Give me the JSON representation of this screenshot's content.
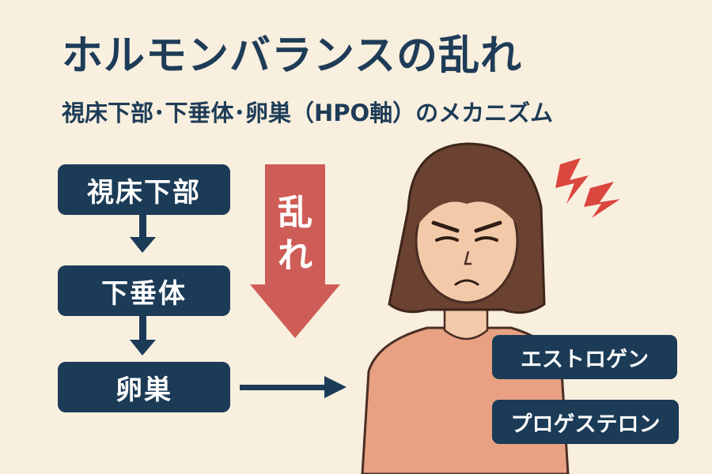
{
  "title": "ホルモンバランスの乱れ",
  "subtitle": "視床下部･下垂体･卵巣（HPO軸）のメカニズム",
  "flow": {
    "steps": [
      "視床下部",
      "下垂体",
      "卵巣"
    ]
  },
  "disruption": {
    "label_line1": "乱",
    "label_line2": "れ"
  },
  "hormones": [
    "エストロゲン",
    "プロゲステロン"
  ],
  "colors": {
    "background": "#f8efdf",
    "navy": "#1b3b57",
    "arrow_red": "#cf5d57",
    "shirt": "#e9a183",
    "hair": "#6b4232",
    "skin": "#f3caa9",
    "stress_mark": "#d9473f"
  }
}
